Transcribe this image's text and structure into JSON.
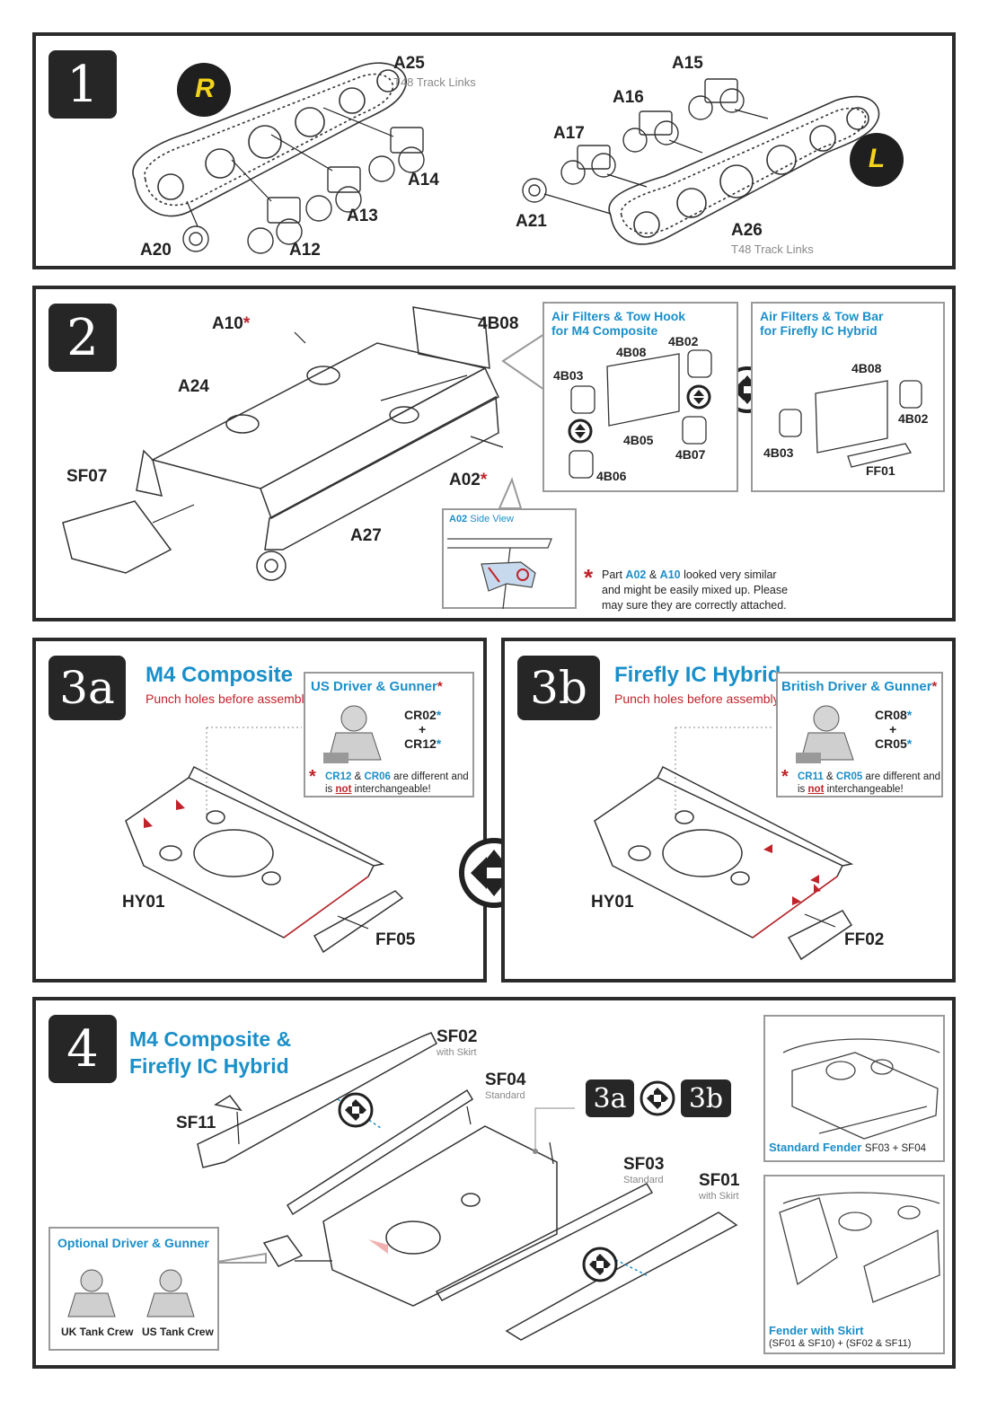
{
  "step1": {
    "number": "1",
    "right_badge": "R",
    "left_badge": "L",
    "parts": {
      "a25": "A25",
      "a25_sub": "T48 Track Links",
      "a15": "A15",
      "a16": "A16",
      "a17": "A17",
      "a14": "A14",
      "a13": "A13",
      "a12": "A12",
      "a20": "A20",
      "a21": "A21",
      "a26": "A26",
      "a26_sub": "T48 Track Links"
    }
  },
  "step2": {
    "number": "2",
    "parts": {
      "a10": "A10",
      "a24": "A24",
      "sf07": "SF07",
      "a27": "A27",
      "a02": "A02",
      "b08": "4B08"
    },
    "inset_m4": {
      "title_line1": "Air Filters & Tow Hook",
      "title_line2": "for M4 Composite",
      "parts": [
        "4B08",
        "4B02",
        "4B03",
        "4B05",
        "4B07",
        "4B06"
      ]
    },
    "inset_firefly": {
      "title_line1": "Air Filters & Tow Bar",
      "title_line2": "for Firefly IC Hybrid",
      "parts": [
        "4B08",
        "4B02",
        "4B03",
        "FF01"
      ]
    },
    "side_view": {
      "part": "A02",
      "label": "Side View"
    },
    "note": {
      "prefix": "Part",
      "part1": "A02",
      "amp": "&",
      "part2": "A10",
      "line1_rest": "looked very similar",
      "line2": "and might be easily mixed up.  Please",
      "line3": "may sure they are correctly attached."
    }
  },
  "step3a": {
    "number": "3a",
    "title": "M4 Composite",
    "subtitle": "Punch holes before assembly",
    "crew_title": "US Driver & Gunner",
    "crew_parts": [
      "CR02",
      "+",
      "CR12"
    ],
    "warn_part1": "CR12",
    "warn_amp": "&",
    "warn_part2": "CR06",
    "warn_rest": "are different and",
    "warn_line2_pre": "is",
    "warn_not": "not",
    "warn_line2_post": "interchangeable!",
    "hull": "HY01",
    "front": "FF05"
  },
  "step3b": {
    "number": "3b",
    "title": "Firefly IC Hybrid",
    "subtitle": "Punch holes before assembly",
    "crew_title": "British Driver & Gunner",
    "crew_parts": [
      "CR08",
      "+",
      "CR05"
    ],
    "warn_part1": "CR11",
    "warn_amp": "&",
    "warn_part2": "CR05",
    "warn_rest": "are different and",
    "warn_line2_pre": "is",
    "warn_not": "not",
    "warn_line2_post": "interchangeable!",
    "hull": "HY01",
    "front": "FF02"
  },
  "step4": {
    "number": "4",
    "title_line1": "M4 Composite &",
    "title_line2": "Firefly IC Hybrid",
    "parts": {
      "sf02": "SF02",
      "sf02_sub": "with Skirt",
      "sf04": "SF04",
      "sf04_sub": "Standard",
      "sf03": "SF03",
      "sf03_sub": "Standard",
      "sf01": "SF01",
      "sf01_sub": "with Skirt",
      "sf11": "SF11"
    },
    "ref_a": "3a",
    "ref_b": "3b",
    "optional_title": "Optional Driver & Gunner",
    "crew_uk": "UK Tank Crew",
    "crew_us": "US Tank Crew",
    "std_fender_title": "Standard Fender",
    "std_fender_parts": "SF03 + SF04",
    "skirt_title": "Fender with Skirt",
    "skirt_parts": "(SF01 & SF10) + (SF02 & SF11)"
  }
}
